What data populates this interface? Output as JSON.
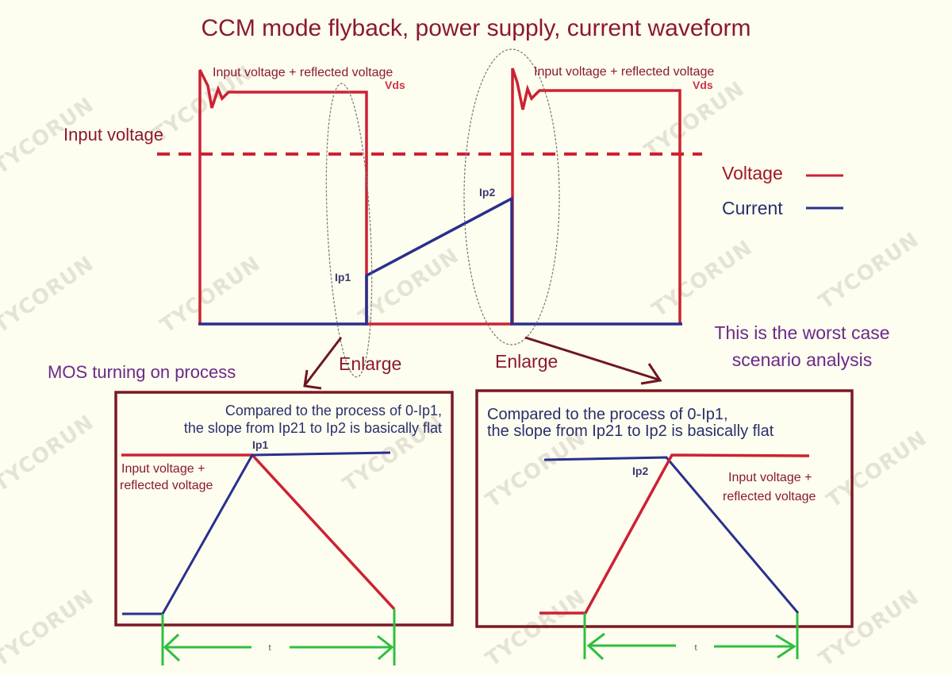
{
  "title": "CCM mode flyback, power supply, current waveform",
  "watermark": "TYCORUN",
  "colors": {
    "background": "#fdfdf0",
    "title": "#8b1a2b",
    "voltage": "#cc2233",
    "current": "#2a2f8c",
    "annotation_purple": "#6a2a8a",
    "box_border": "#7a1a22",
    "arrow": "#6e1620",
    "dimension": "#2fbf3f",
    "ellipse": "#777777"
  },
  "top_diagram": {
    "vds_label_1": "Vds",
    "vds_label_2": "Vds",
    "peak_label_1": "Input voltage + reflected voltage",
    "peak_label_2": "Input voltage + reflected voltage",
    "input_voltage_label": "Input voltage",
    "ip1_label": "Ip1",
    "ip2_label": "Ip2"
  },
  "legend": {
    "items": [
      {
        "label": "Voltage",
        "color": "#cc2233"
      },
      {
        "label": "Current",
        "color": "#2a2f8c"
      }
    ]
  },
  "annotations": {
    "mos_turning_on": "MOS turning on process",
    "enlarge_left": "Enlarge",
    "enlarge_right": "Enlarge",
    "worst_case_line1": "This is the worst case",
    "worst_case_line2": "scenario analysis"
  },
  "left_panel": {
    "note_line1": "Compared to the process of 0-Ip1,",
    "note_line2": "the slope from Ip21 to Ip2 is basically flat",
    "ip_label": "Ip1",
    "voltage_label_line1": "Input voltage +",
    "voltage_label_line2": "reflected voltage",
    "time_label": "t"
  },
  "right_panel": {
    "note_line1": "Compared to the process of 0-Ip1,",
    "note_line2": "the slope from Ip21 to Ip2 is basically flat",
    "ip_label": "Ip2",
    "voltage_label_line1": "Input voltage +",
    "voltage_label_line2": "reflected voltage",
    "time_label": "t"
  }
}
